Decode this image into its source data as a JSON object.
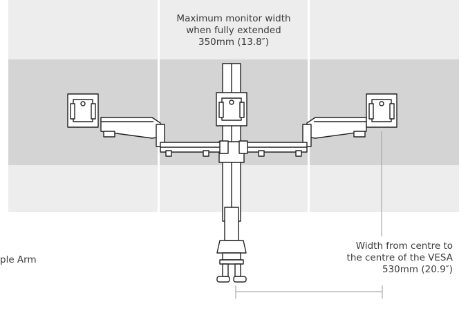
{
  "annotations": {
    "max_width": [
      "Maximum monitor width",
      "when fully extended",
      "350mm (13.8″)"
    ],
    "vesa_width": [
      "Width from centre to",
      "the centre of the VESA",
      "530mm (20.9″)"
    ],
    "left_cut": "ple Arm"
  },
  "colors": {
    "light_panel": "#ededed",
    "mid_band": "#d4d4d4",
    "line": "#222222",
    "dim_line": "#9a9a9a"
  }
}
